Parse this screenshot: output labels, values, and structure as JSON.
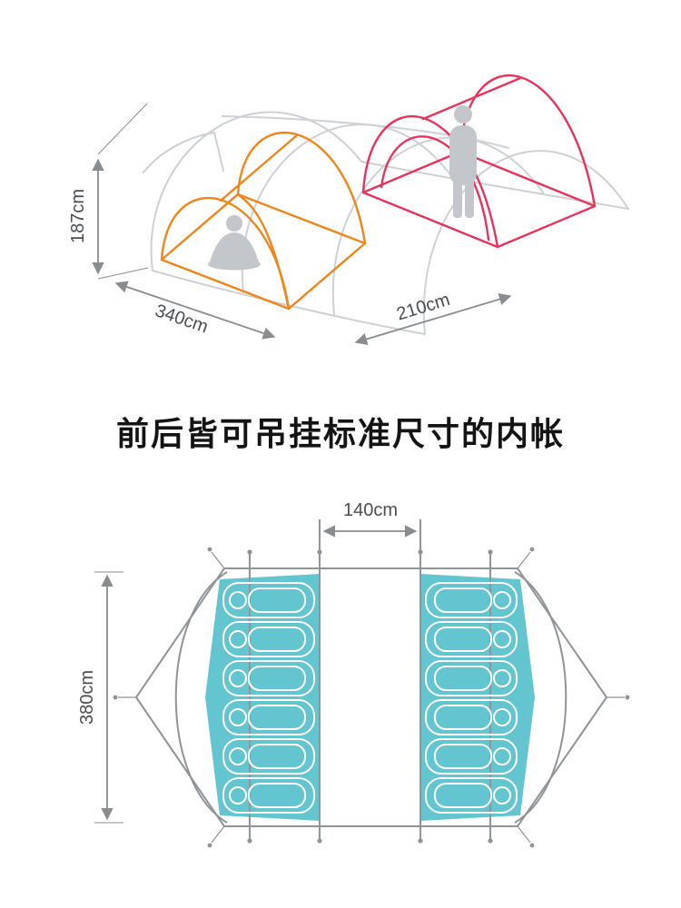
{
  "headline": "前后皆可吊挂标准尺寸的内帐",
  "tent_diagram": {
    "height_label": "187cm",
    "depth_label": "340cm",
    "width_label": "210cm",
    "colors": {
      "outline": "#cdd1d5",
      "front_inner_tent": "#f08519",
      "rear_inner_tent": "#e8345c",
      "figure": "#c3c7cb",
      "dimension": "#898d91"
    }
  },
  "floorplan": {
    "corridor_width_label": "140cm",
    "length_label": "380cm",
    "pads_per_side": 6,
    "sides": 2,
    "colors": {
      "sleeping_area": "#62c5cf",
      "pad_outline": "#ffffff",
      "frame": "#8f9499",
      "dimension": "#898d91"
    }
  }
}
